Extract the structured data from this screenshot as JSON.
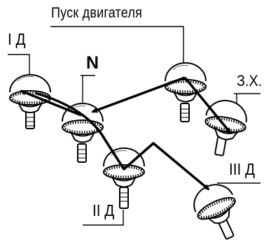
{
  "diagram": {
    "title": "Пуск двигателя",
    "labels": {
      "first_gear": "I Д",
      "neutral": "N",
      "start_position": "З.Х.",
      "second_gear": "II Д",
      "third_gear": "III Д"
    },
    "switch_positions": [
      "I Д",
      "N",
      "Пуск двигателя",
      "З.Х.",
      "II Д",
      "III Д"
    ],
    "shift_sequence": [
      "Пуск двигателя",
      "N",
      "I Д",
      "II Д",
      "III Д"
    ],
    "colors": {
      "ink": "#000000",
      "background": "#ffffff"
    }
  }
}
